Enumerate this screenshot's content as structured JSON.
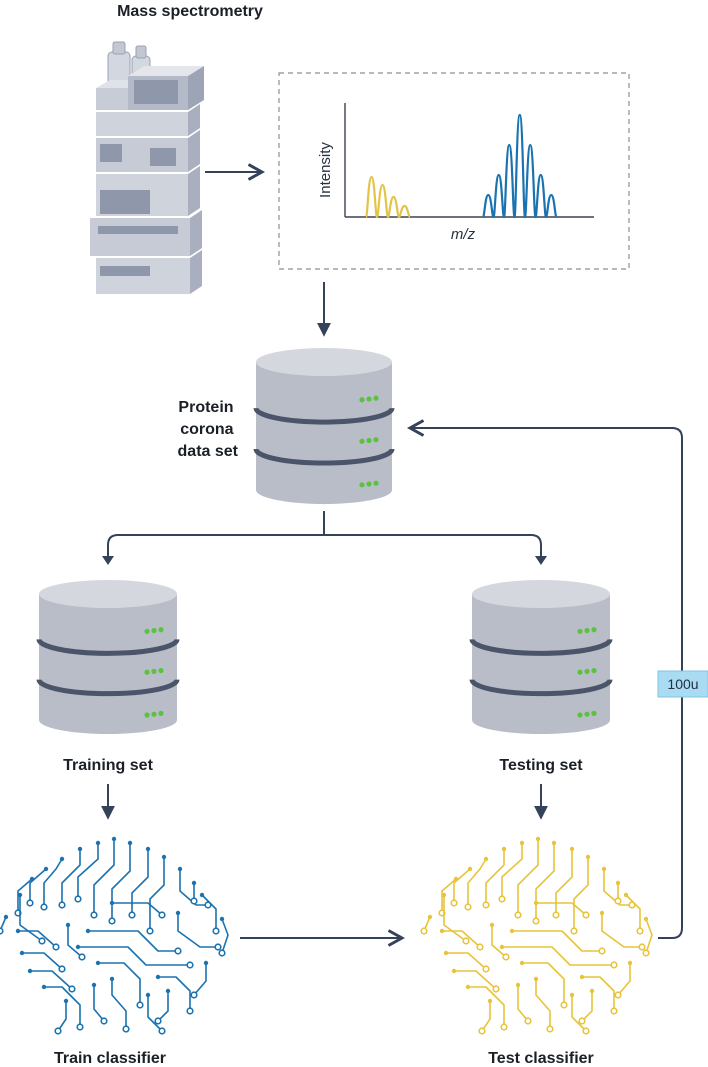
{
  "title_mass_spec": "Mass spectrometry",
  "spectrum": {
    "y_axis_label": "Intensity",
    "x_axis_label": "m/z",
    "colors": {
      "low_mass_peaks": "#e2c44a",
      "high_mass_peaks": "#1a73b0"
    }
  },
  "dataset_label": [
    "Protein",
    "corona",
    "data set"
  ],
  "training_label": "Training set",
  "testing_label": "Testing set",
  "loop_badge": "100u",
  "train_classifier_label": "Train classifier",
  "test_classifier_label": "Test classifier",
  "colors": {
    "arrow": "#34425a",
    "db_body": "#b9bdc8",
    "db_top": "#d4d7de",
    "db_band": "#4a5569",
    "db_led": "#5bc23f",
    "brain_train": "#1a73b0",
    "brain_test": "#e8c33b",
    "badge_bg": "#a9dcf3",
    "instrument": "#c5cad6",
    "instrument_dark": "#8f97ab"
  }
}
